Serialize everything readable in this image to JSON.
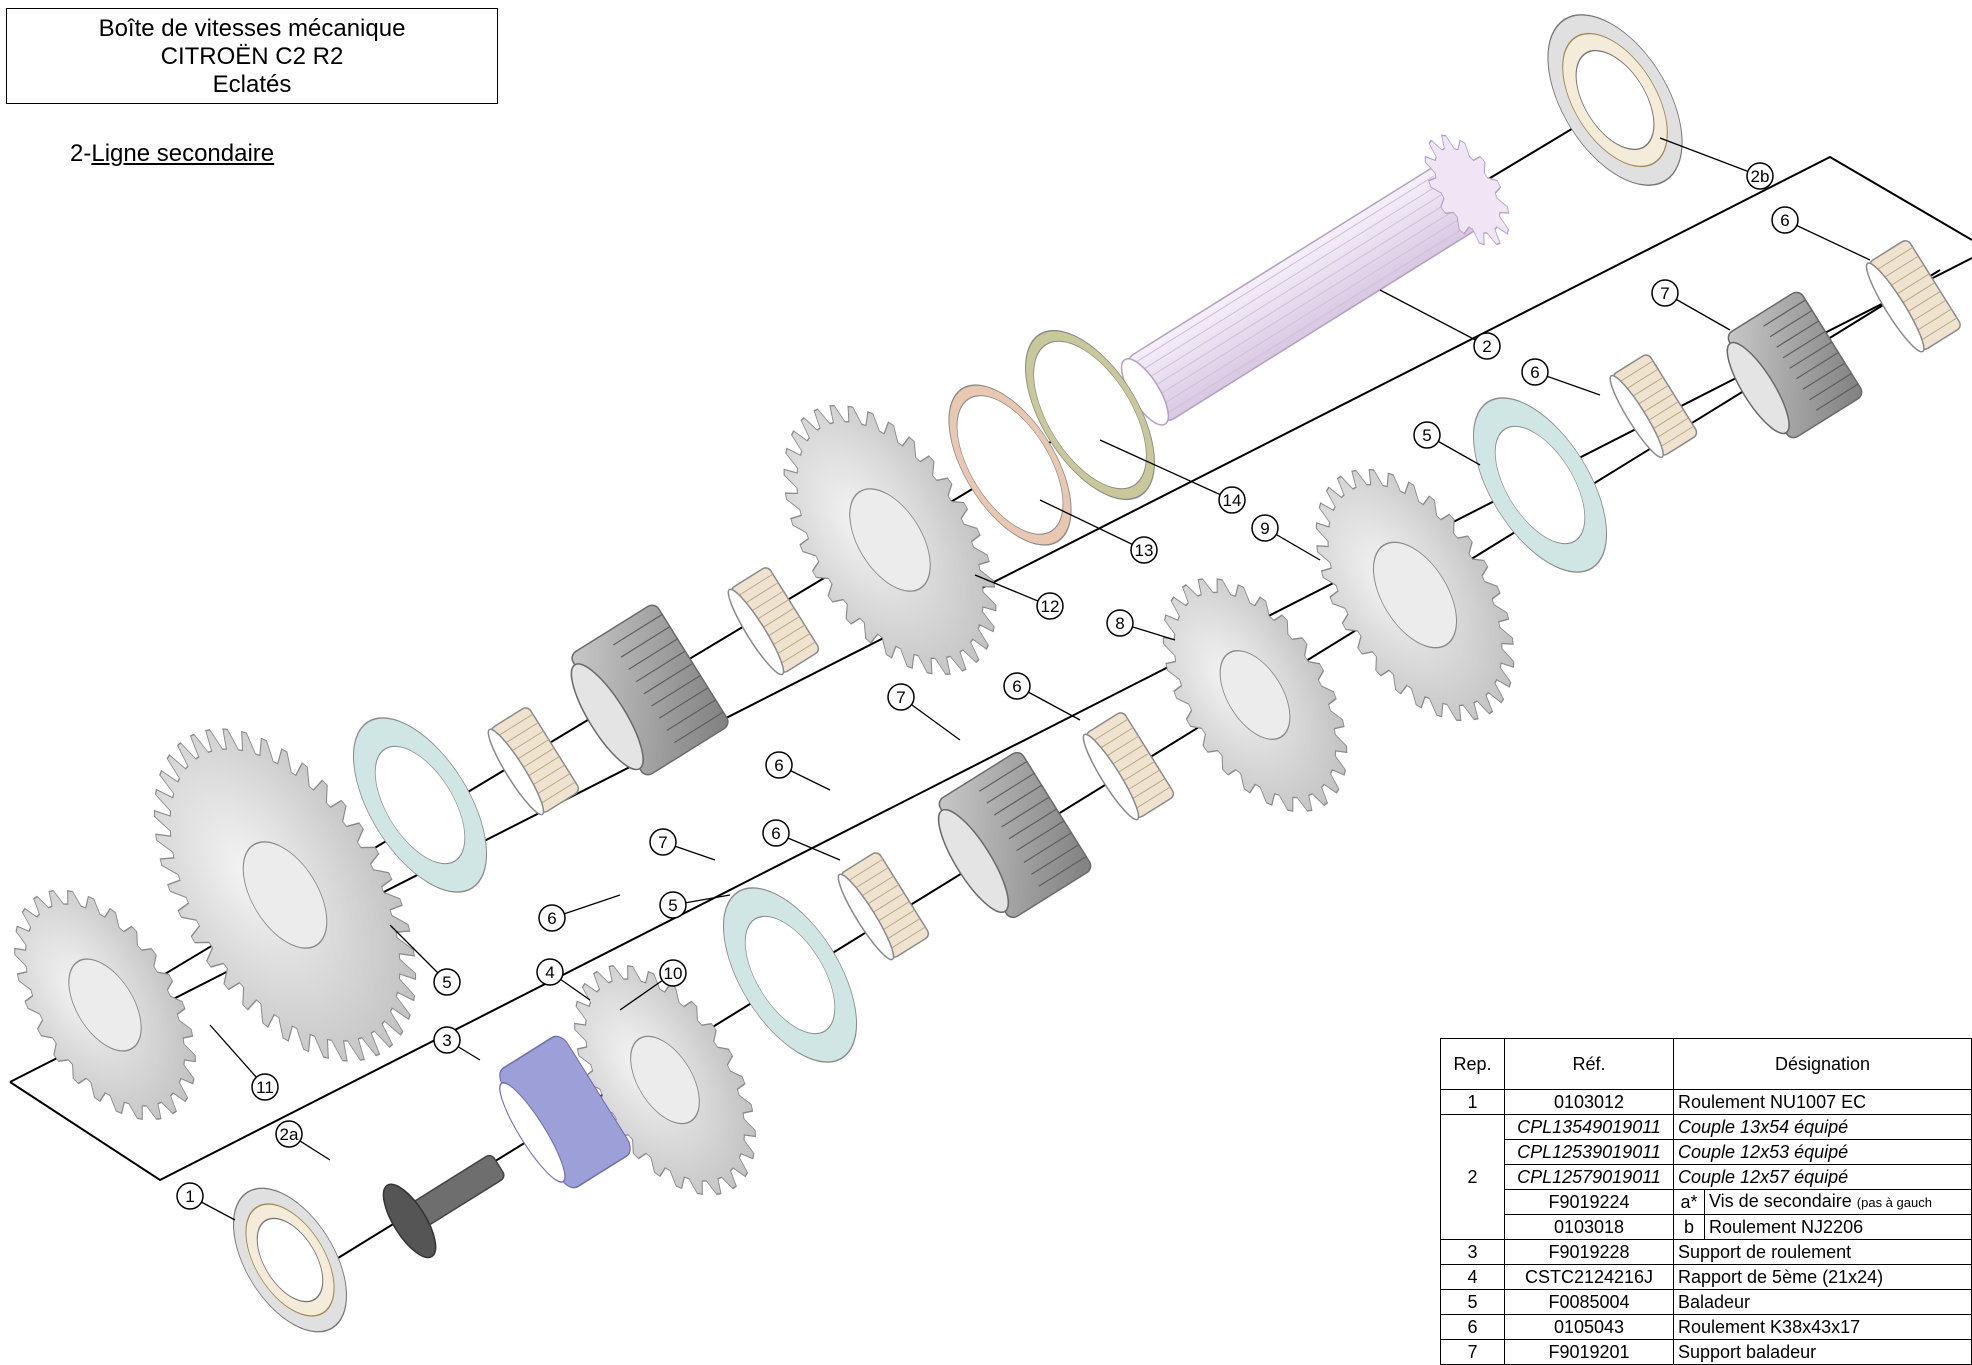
{
  "title": {
    "line1": "Boîte de vitesses mécanique",
    "line2": "CITROËN C2 R2",
    "line3": "Eclatés"
  },
  "section": {
    "prefix": "2-",
    "label": "Ligne secondaire"
  },
  "callouts": [
    "2b",
    "2",
    "6",
    "7",
    "6",
    "5",
    "14",
    "13",
    "12",
    "9",
    "8",
    "6",
    "7",
    "6",
    "7",
    "6",
    "5",
    "11",
    "10",
    "6",
    "5",
    "4",
    "3",
    "2a",
    "1"
  ],
  "bom": {
    "headers": [
      "Rep.",
      "Réf.",
      "Désignation"
    ],
    "rows": [
      {
        "rep": "1",
        "ref": "0103012",
        "des": "Roulement NU1007 EC"
      },
      {
        "rep": "2",
        "ref": "CPL13549019011",
        "des": "Couple 13x54 équipé"
      },
      {
        "ref": "CPL12539019011",
        "des": "Couple 12x53 équipé"
      },
      {
        "ref": "CPL12579019011",
        "des": "Couple 12x57 équipé"
      },
      {
        "ref": "F9019224",
        "sub": "a*",
        "des": "Vis de secondaire",
        "note": "(pas à gauch"
      },
      {
        "ref": "0103018",
        "sub": "b",
        "des": "Roulement NJ2206"
      },
      {
        "rep": "3",
        "ref": "F9019228",
        "des": "Support de roulement"
      },
      {
        "rep": "4",
        "ref": "CSTC2124216J",
        "des": "Rapport de 5ème (21x24)"
      },
      {
        "rep": "5",
        "ref": "F0085004",
        "des": "Baladeur"
      },
      {
        "rep": "6",
        "ref": "0105043",
        "des": "Roulement K38x43x17"
      },
      {
        "rep": "7",
        "ref": "F9019201",
        "des": "Support baladeur"
      }
    ]
  },
  "colors": {
    "gear": "#d9d9d9",
    "hub": "#a6a6a6",
    "bearing_cage": "#efe3cf",
    "synchro": "#cfe6e4",
    "shaft": "#eadff0",
    "washer13": "#e8c8b0",
    "washer14": "#c8c89a",
    "support3": "#9da0d8"
  }
}
